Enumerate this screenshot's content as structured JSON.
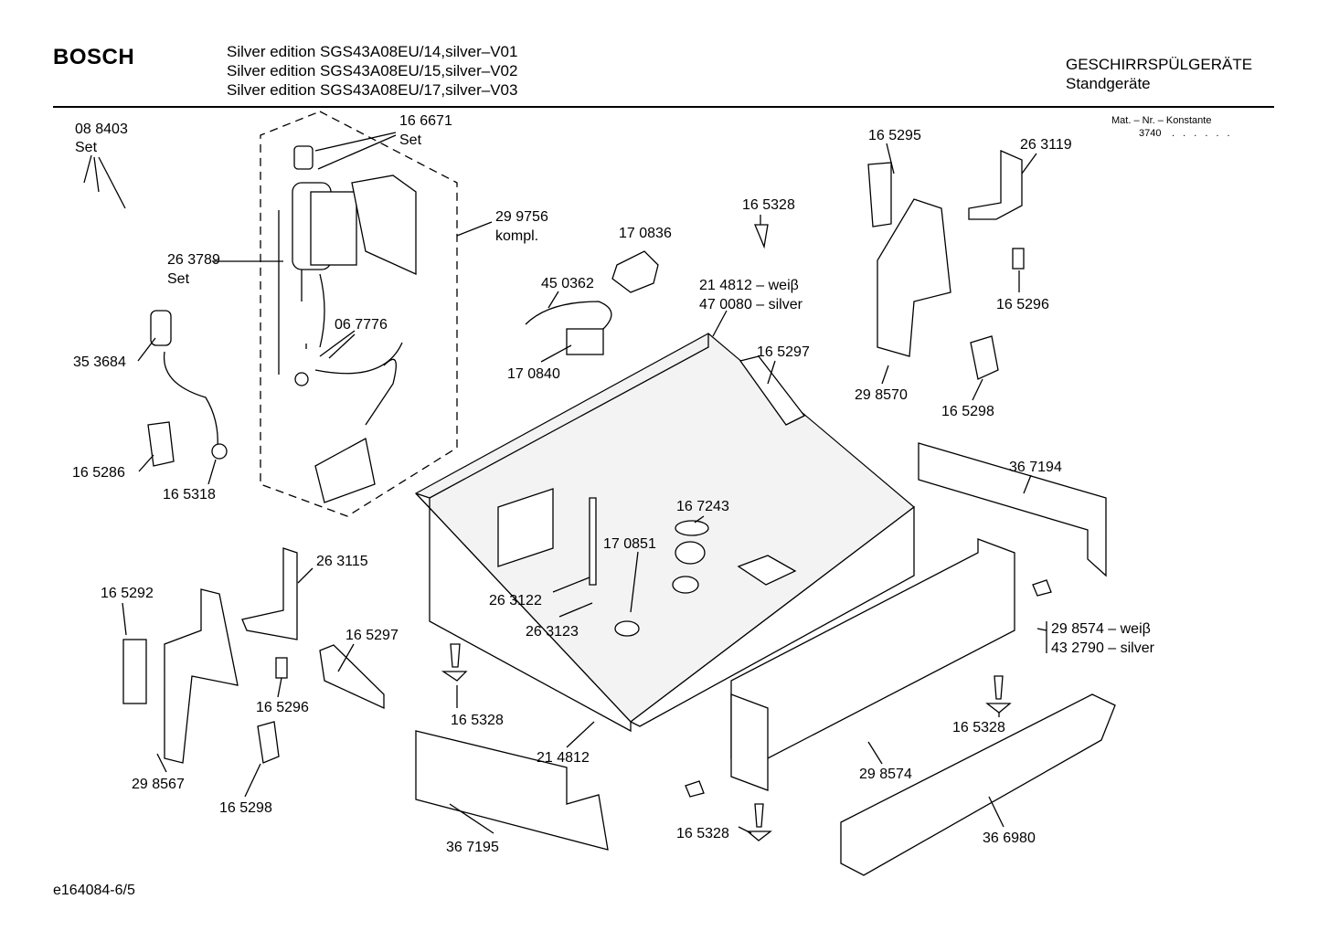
{
  "header": {
    "brand": "BOSCH",
    "models": [
      "Silver edition SGS43A08EU/14,silver–V01",
      "Silver edition SGS43A08EU/15,silver–V02",
      "Silver edition SGS43A08EU/17,silver–V03"
    ],
    "category": "GESCHIRRSPÜLGERÄTE",
    "subcategory": "Standgeräte"
  },
  "material_note": {
    "label": "Mat. – Nr. – Konstante",
    "value": "3740",
    "dots": ". . . . . ."
  },
  "parts": {
    "p088403": "08 8403",
    "p088403_set": "Set",
    "p166671": "16 6671",
    "p166671_set": "Set",
    "p299756": "29 9756",
    "p299756_kompl": "kompl.",
    "p263789": "26 3789",
    "p263789_set": "Set",
    "p067776": "06 7776",
    "p353684": "35 3684",
    "p165286": "16 5286",
    "p165318": "16 5318",
    "p170836": "17 0836",
    "p450362": "45 0362",
    "p170840": "17 0840",
    "p165328_a": "16 5328",
    "p214812_weiss": "21 4812 – weiβ",
    "p470080_silver": "47 0080 – silver",
    "p165297_a": "16 5297",
    "p165295": "16 5295",
    "p263119": "26 3119",
    "p165296_a": "16 5296",
    "p298570": "29 8570",
    "p165298_a": "16 5298",
    "p367194": "36 7194",
    "p167243": "16 7243",
    "p170851": "17 0851",
    "p263122": "26 3122",
    "p263123": "26 3123",
    "p263115": "26 3115",
    "p165292": "16 5292",
    "p165297_b": "16 5297",
    "p165296_b": "16 5296",
    "p298567": "29 8567",
    "p165298_b": "16 5298",
    "p165328_b": "16 5328",
    "p214812": "21 4812",
    "p367195": "36 7195",
    "p298574_weiss": "29 8574 – weiβ",
    "p432790_silver": "43 2790 – silver",
    "p165328_c": "16 5328",
    "p298574": "29 8574",
    "p165328_d": "16 5328",
    "p366980": "36 6980"
  },
  "footer": {
    "code": "e164084-6/5"
  }
}
